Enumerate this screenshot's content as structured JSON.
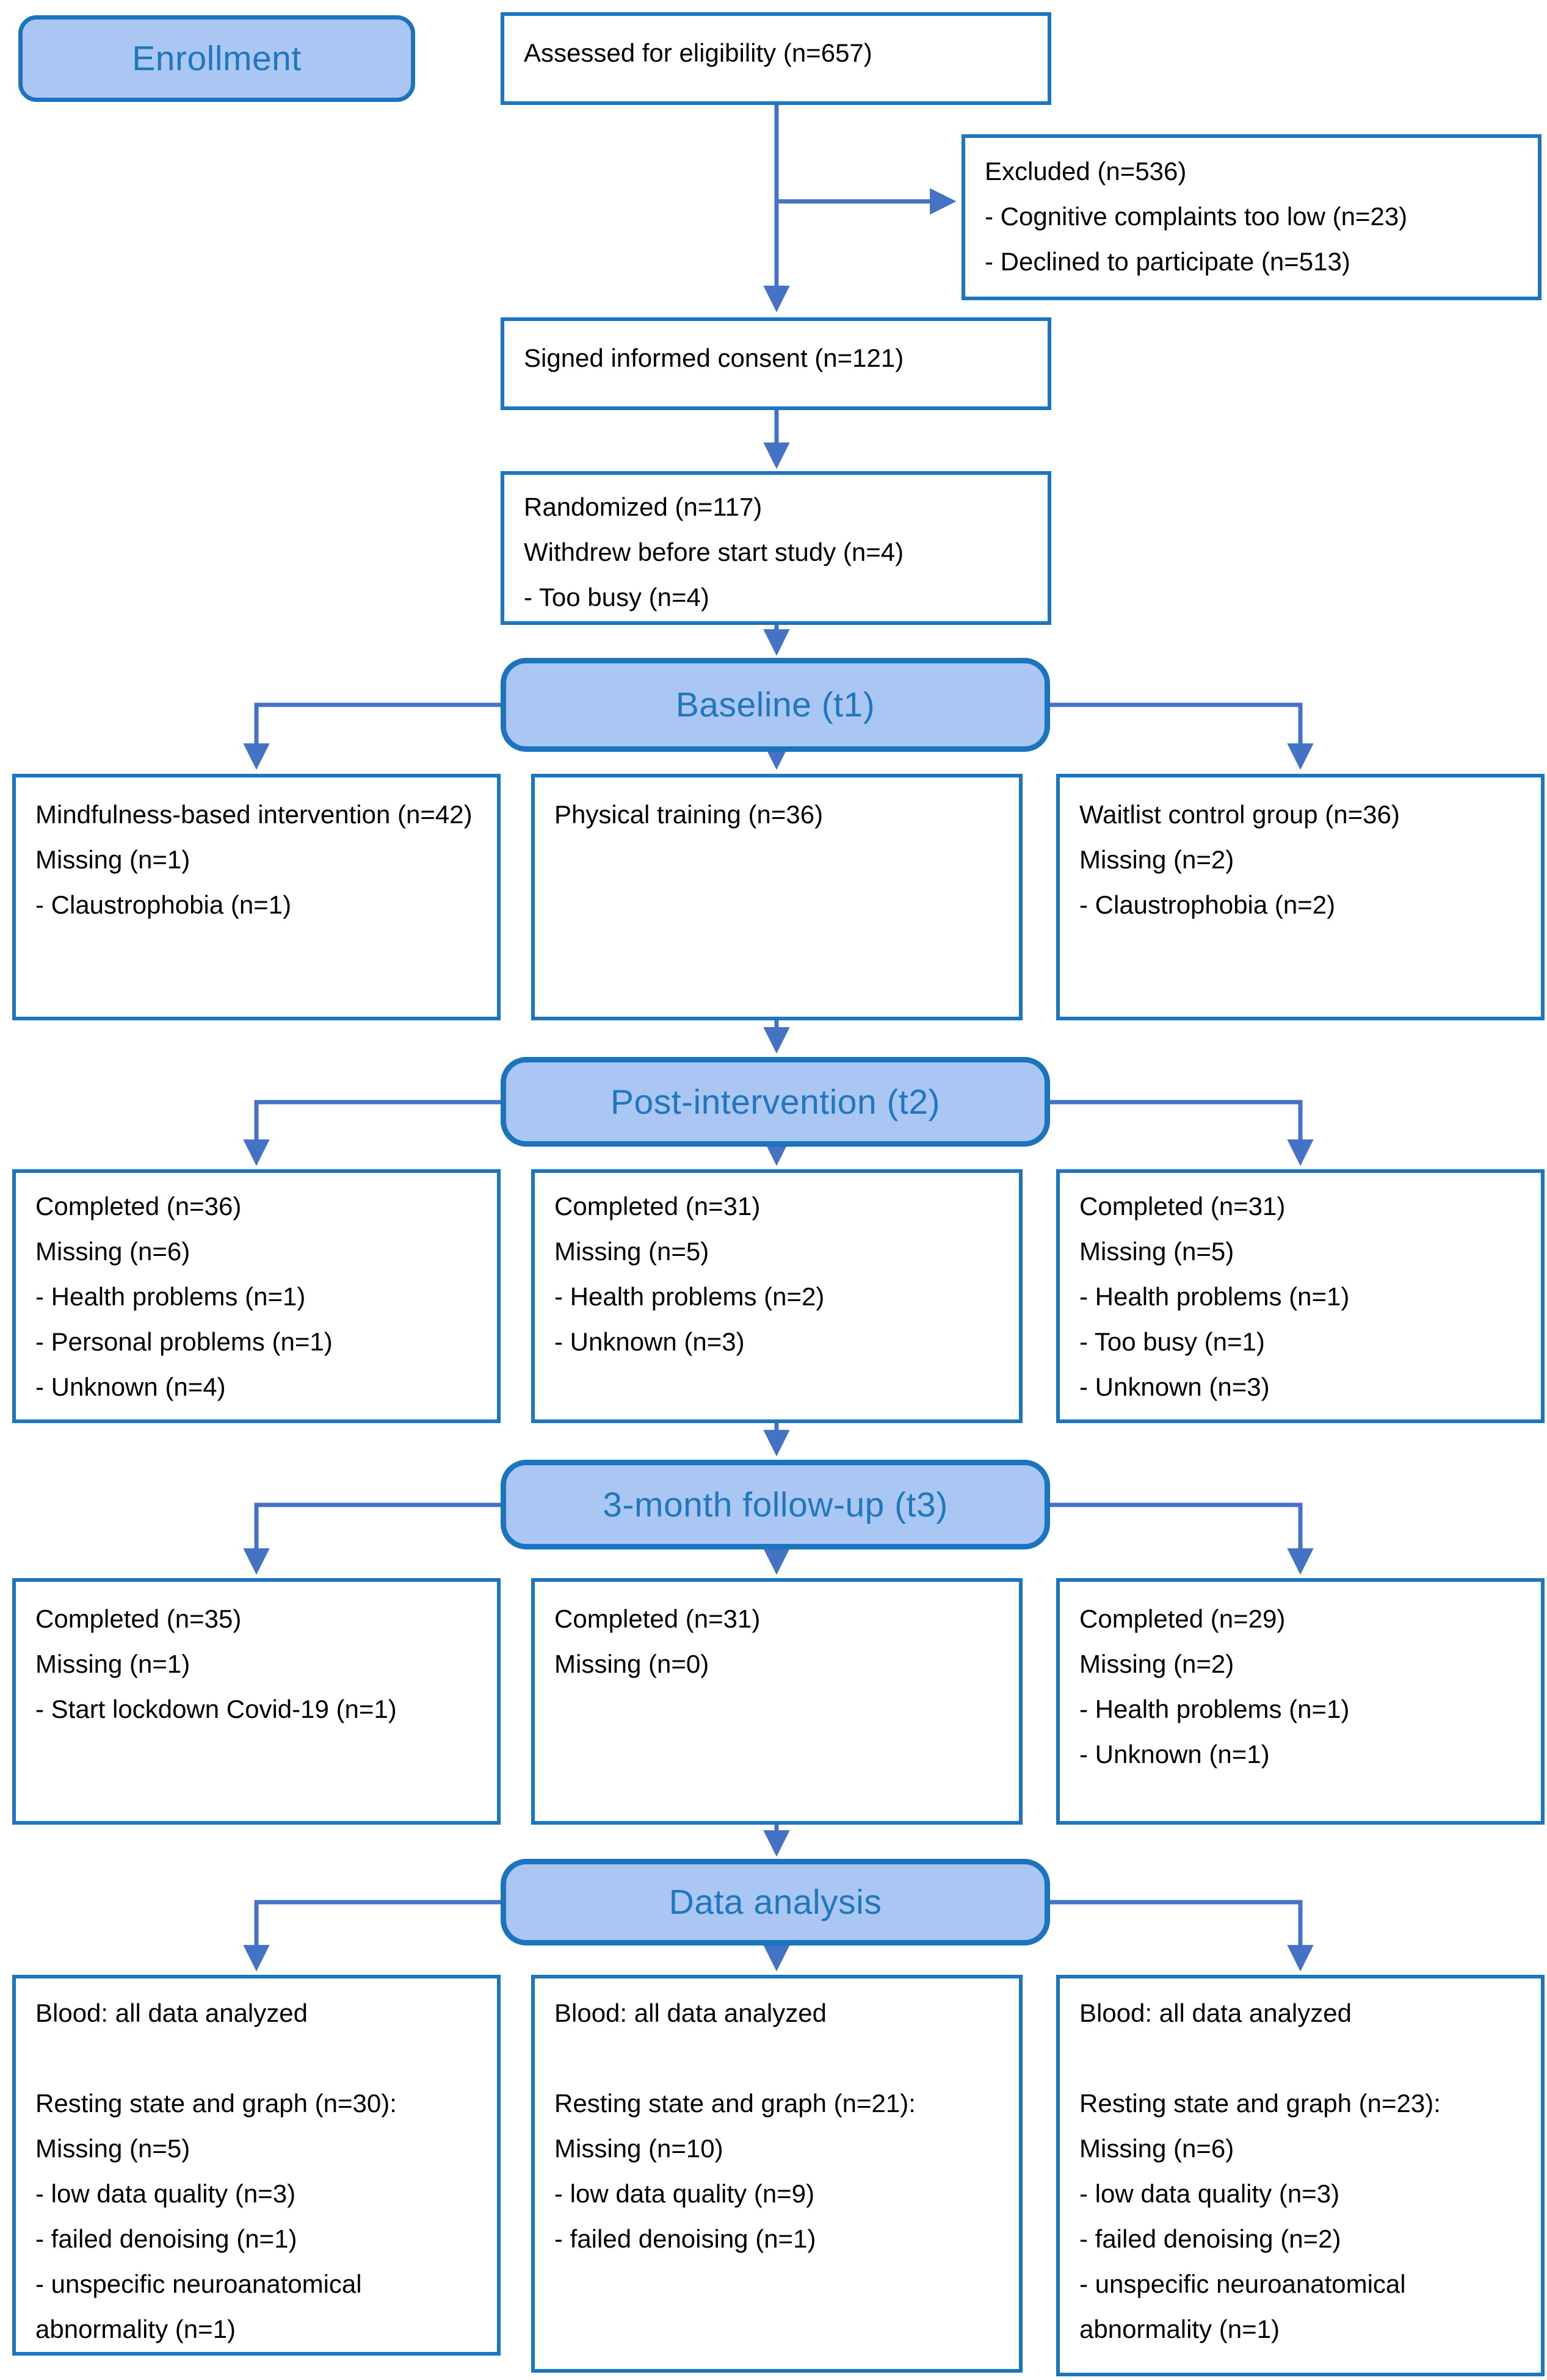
{
  "colors": {
    "box_border": "#1b76bf",
    "stage_fill": "#a9c7f2",
    "stage_text": "#2177be",
    "arrow": "#4472c4",
    "body_text": "#000000"
  },
  "enrollment_label": "Enrollment",
  "assessed": {
    "lines": [
      "Assessed for eligibility (n=657)"
    ]
  },
  "excluded": {
    "lines": [
      "Excluded (n=536)",
      "- Cognitive complaints too low (n=23)",
      "- Declined to participate (n=513)"
    ]
  },
  "consent": {
    "lines": [
      "Signed informed consent (n=121)"
    ]
  },
  "randomized": {
    "lines": [
      "Randomized (n=117)",
      "Withdrew before start study (n=4)",
      "- Too busy (n=4)"
    ]
  },
  "stages": {
    "baseline": "Baseline (t1)",
    "t2": "Post-intervention (t2)",
    "t3": "3-month follow-up (t3)",
    "analysis": "Data analysis"
  },
  "rows": {
    "baseline": [
      {
        "lines": [
          "Mindfulness-based intervention (n=42)",
          "Missing (n=1)",
          "- Claustrophobia (n=1)"
        ]
      },
      {
        "lines": [
          "Physical training (n=36)"
        ]
      },
      {
        "lines": [
          "Waitlist control group (n=36)",
          "Missing (n=2)",
          "- Claustrophobia (n=2)"
        ]
      }
    ],
    "t2": [
      {
        "lines": [
          "Completed (n=36)",
          "Missing (n=6)",
          "- Health problems (n=1)",
          "- Personal problems (n=1)",
          "- Unknown (n=4)"
        ]
      },
      {
        "lines": [
          "Completed (n=31)",
          "Missing (n=5)",
          "- Health problems (n=2)",
          "- Unknown (n=3)"
        ]
      },
      {
        "lines": [
          "Completed (n=31)",
          "Missing (n=5)",
          "- Health problems (n=1)",
          "- Too busy (n=1)",
          "- Unknown (n=3)"
        ]
      }
    ],
    "t3": [
      {
        "lines": [
          "Completed (n=35)",
          "Missing (n=1)",
          "- Start lockdown Covid-19 (n=1)"
        ]
      },
      {
        "lines": [
          "Completed (n=31)",
          "Missing (n=0)"
        ]
      },
      {
        "lines": [
          "Completed (n=29)",
          "Missing (n=2)",
          "- Health problems (n=1)",
          "- Unknown (n=1)"
        ]
      }
    ],
    "analysis": [
      {
        "lines": [
          "Blood: all data analyzed",
          "",
          "Resting state and graph (n=30):",
          "Missing (n=5)",
          "- low data quality (n=3)",
          "- failed denoising (n=1)",
          "- unspecific neuroanatomical abnormality (n=1)"
        ]
      },
      {
        "lines": [
          "Blood: all data analyzed",
          "",
          "Resting state and graph (n=21):",
          "Missing (n=10)",
          "- low data quality (n=9)",
          "- failed denoising (n=1)"
        ]
      },
      {
        "lines": [
          "Blood: all data analyzed",
          "",
          "Resting state and graph (n=23):",
          "Missing (n=6)",
          "- low data quality (n=3)",
          "- failed denoising (n=2)",
          "- unspecific neuroanatomical abnormality (n=1)"
        ]
      }
    ]
  }
}
